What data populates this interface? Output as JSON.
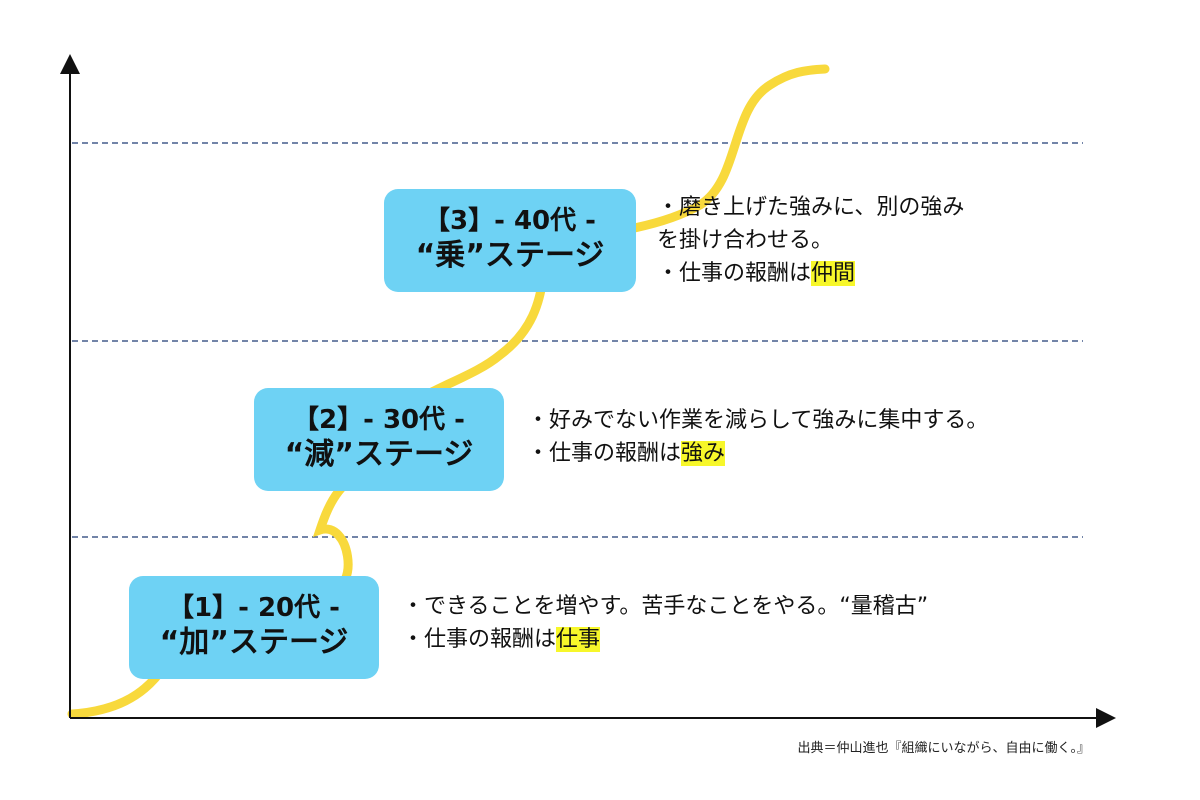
{
  "colors": {
    "box_fill": "#6ed2f4",
    "curve": "#f8d93c",
    "highlight": "#f7f72a",
    "dashed_line": "#1f3b73",
    "axis": "#111111"
  },
  "stages": [
    {
      "title": "【1】- 20代 -",
      "name": "“加”ステージ",
      "desc_line1": "・できることを増やす。苦手なことをやる。“量稽古”",
      "desc_line2_prefix": "・仕事の報酬は",
      "desc_line2_highlight": "仕事"
    },
    {
      "title": "【2】- 30代 -",
      "name": "“減”ステージ",
      "desc_line1": "・好みでない作業を減らして強みに集中する。",
      "desc_line2_prefix": "・仕事の報酬は",
      "desc_line2_highlight": "強み"
    },
    {
      "title": "【3】- 40代 -",
      "name": "“乗”ステージ",
      "desc_line1": "・磨き上げた強みに、別の強み",
      "desc_line1b": "を掛け合わせる。",
      "desc_line2_prefix": "・仕事の報酬は",
      "desc_line2_highlight": "仲間"
    }
  ],
  "source": "出典＝仲山進也『組織にいながら、自由に働く。』"
}
